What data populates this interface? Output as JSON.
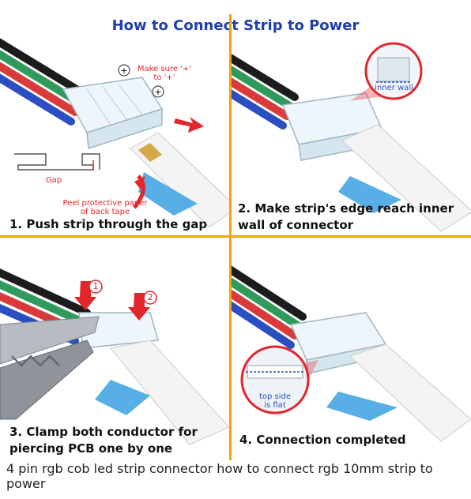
{
  "figure": {
    "title": "How to Connect Strip to Power",
    "steps": [
      {
        "label": "1. Push strip through the gap",
        "notes": {
          "make_sure": "Make sure '+' to '+'",
          "gap": "Gap",
          "peel": "Peel protective paper of back tape"
        }
      },
      {
        "label": "2. Make strip's edge reach inner wall of connector",
        "notes": {
          "inner_wall": "inner wall"
        }
      },
      {
        "label": "3. Clamp both conductor for piercing PCB one by one",
        "notes": {
          "first": "1",
          "second": "2"
        }
      },
      {
        "label": "4. Connection completed",
        "notes": {
          "top_side": "top side is flat"
        }
      }
    ]
  },
  "caption": "4 pin rgb cob led strip connector how to connect rgb 10mm strip to power",
  "colors": {
    "title": "#1f3fae",
    "divider": "#f0a500",
    "accent_red": "#e3262b",
    "tape_blue": "#3aa1e0"
  }
}
